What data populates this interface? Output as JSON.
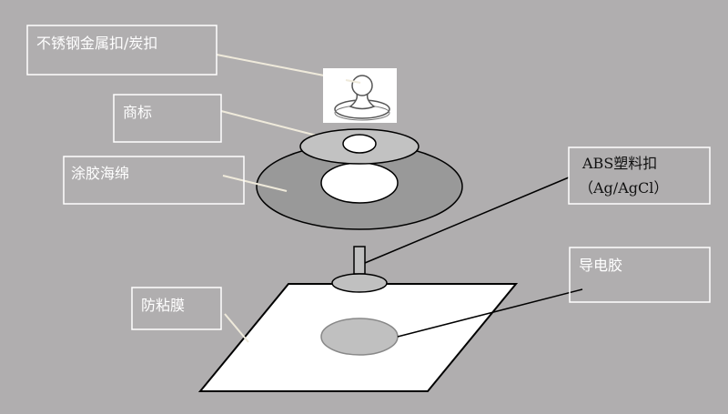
{
  "labels": {
    "button": "不锈钢金属扣/炭扣",
    "logo": "商标",
    "foam": "涂胶海绵",
    "abs_line1": "ABS塑料扣",
    "abs_line2": "（Ag/AgCl）",
    "gel": "导电胶",
    "liner": "防粘膜"
  },
  "colors": {
    "background": "#b0aeaf",
    "foam": "#999999",
    "logo_disc": "#c2c2c2",
    "gel": "#c0c0c0"
  }
}
